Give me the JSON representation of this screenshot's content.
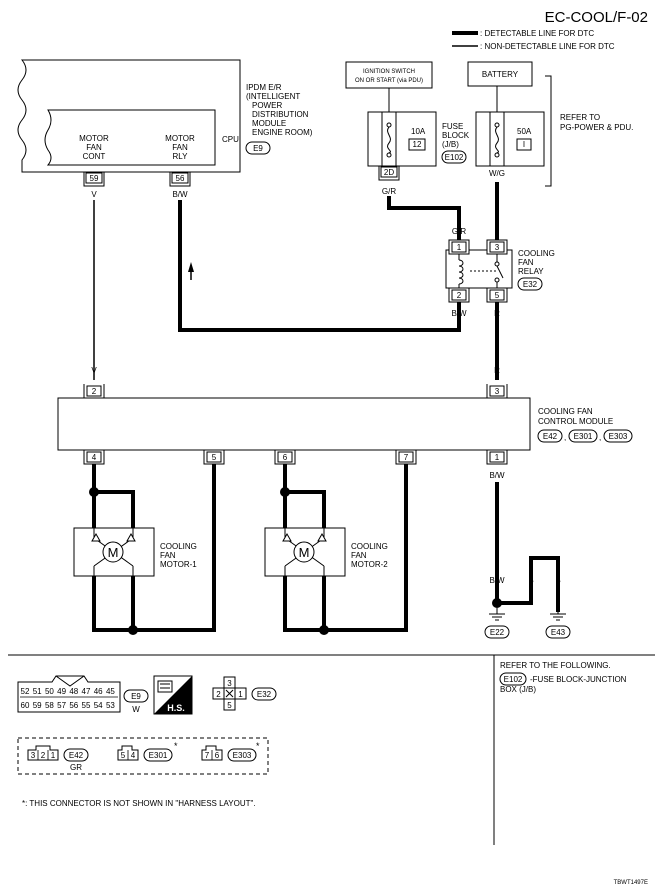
{
  "header": {
    "title": "EC-COOL/F-02",
    "legend_detectable": ": DETECTABLE LINE FOR DTC",
    "legend_non_detectable": ": NON-DETECTABLE LINE FOR DTC"
  },
  "ipdm": {
    "label_lines": [
      "IPDM E/R",
      "(INTELLIGENT",
      "POWER",
      "DISTRIBUTION",
      "MODULE",
      "ENGINE ROOM)"
    ],
    "connector": "E9",
    "cpu": "CPU",
    "motor_fan_cont": [
      "MOTOR",
      "FAN",
      "CONT"
    ],
    "motor_fan_rly": [
      "MOTOR",
      "FAN",
      "RLY"
    ],
    "pin_cont": "59",
    "pin_rly": "56",
    "wire_cont": "V",
    "wire_rly": "B/W"
  },
  "ignition": {
    "lines": [
      "IGNITION SWITCH",
      "ON OR START (via PDU)"
    ]
  },
  "fuse_block": {
    "amps": "10A",
    "number": "12",
    "label_lines": [
      "FUSE",
      "BLOCK",
      "(J/B)"
    ],
    "connector": "E102",
    "pin": "2D",
    "wire": "G/R"
  },
  "battery": {
    "label": "BATTERY",
    "amps": "50A",
    "number": "I",
    "wire": "W/G",
    "refer_lines": [
      "REFER TO",
      "PG-POWER & PDU."
    ]
  },
  "relay": {
    "label_lines": [
      "COOLING",
      "FAN",
      "RELAY"
    ],
    "connector": "E32",
    "pin1": "1",
    "pin2": "2",
    "pin3": "3",
    "pin5": "5",
    "wire_in": "G/R",
    "wire_out": "B/W",
    "wire_r": "R"
  },
  "module": {
    "label_lines": [
      "COOLING FAN",
      "CONTROL MODULE"
    ],
    "connectors": [
      "E42",
      "E301",
      "E303"
    ],
    "pin2": "2",
    "pin3": "3",
    "pin4": "4",
    "pin5": "5",
    "pin6": "6",
    "pin7": "7",
    "pin1": "1",
    "wire_v": "V",
    "wire_r": "R",
    "wire_bw": "B/W"
  },
  "motor1": {
    "label_lines": [
      "COOLING",
      "FAN",
      "MOTOR-1"
    ],
    "symbol": "M"
  },
  "motor2": {
    "label_lines": [
      "COOLING",
      "FAN",
      "MOTOR-2"
    ],
    "symbol": "M"
  },
  "grounds": {
    "wire_bw": "B/W",
    "wire_b1": "B",
    "wire_b2": "B",
    "g1": "E22",
    "g2": "E43"
  },
  "connectors_panel": {
    "e9_top": [
      "52",
      "51",
      "50",
      "49",
      "48",
      "47",
      "46",
      "45"
    ],
    "e9_bottom": [
      "60",
      "59",
      "58",
      "57",
      "56",
      "55",
      "54",
      "53"
    ],
    "e9_id": "E9",
    "e9_color": "W",
    "hs": "H.S.",
    "e32_pins": [
      "3",
      "2",
      "1",
      "5"
    ],
    "e32_id": "E32",
    "e42_pins": [
      "3",
      "2",
      "1"
    ],
    "e42_id": "E42",
    "e42_color": "GR",
    "e301_pins": [
      "5",
      "4"
    ],
    "e301_id": "E301",
    "e303_pins": [
      "7",
      "6"
    ],
    "e303_id": "E303",
    "star": "*",
    "footnote": "*: THIS CONNECTOR IS NOT SHOWN IN \"HARNESS LAYOUT\"."
  },
  "refer_panel": {
    "title": "REFER TO THE FOLLOWING.",
    "connector": "E102",
    "text_lines": [
      "-FUSE BLOCK-JUNCTION",
      "BOX (J/B)"
    ]
  },
  "figure_id": "TBWT1497E"
}
